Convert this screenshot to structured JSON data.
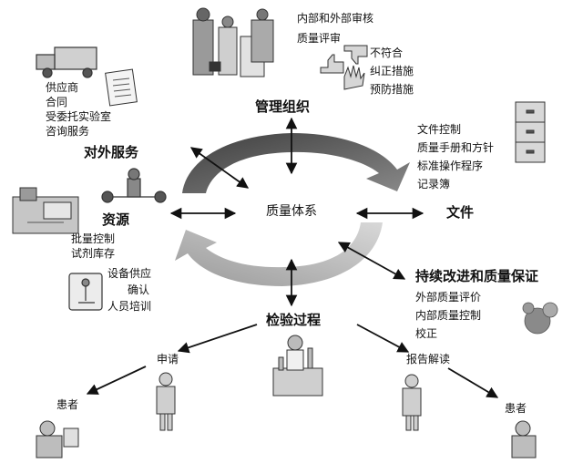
{
  "center": "质量体系",
  "management": {
    "title": "管理组织",
    "items": [
      "内部和外部审核",
      "质量评审"
    ],
    "actions": [
      "不符合",
      "纠正措施",
      "预防措施"
    ]
  },
  "external_services": {
    "title": "对外服务",
    "items": [
      "供应商",
      "合同",
      "受委托实验室",
      "咨询服务"
    ]
  },
  "documents": {
    "title": "文件",
    "items": [
      "文件控制",
      "质量手册和方针",
      "标准操作程序",
      "记录簿"
    ]
  },
  "resources": {
    "title": "资源",
    "items": [
      "批量控制",
      "试剂库存"
    ],
    "items2": [
      "设备供应",
      "确认",
      "人员培训"
    ]
  },
  "improvement": {
    "title": "持续改进和质量保证",
    "items": [
      "外部质量评价",
      "内部质量控制",
      "校正"
    ]
  },
  "process": {
    "title": "检验过程",
    "request": "申请",
    "report": "报告解读",
    "patient_left": "患者",
    "patient_right": "患者"
  },
  "colors": {
    "ring_dark": "#5a5a5a",
    "ring_light": "#c4c4c4",
    "ink": "#111111"
  }
}
